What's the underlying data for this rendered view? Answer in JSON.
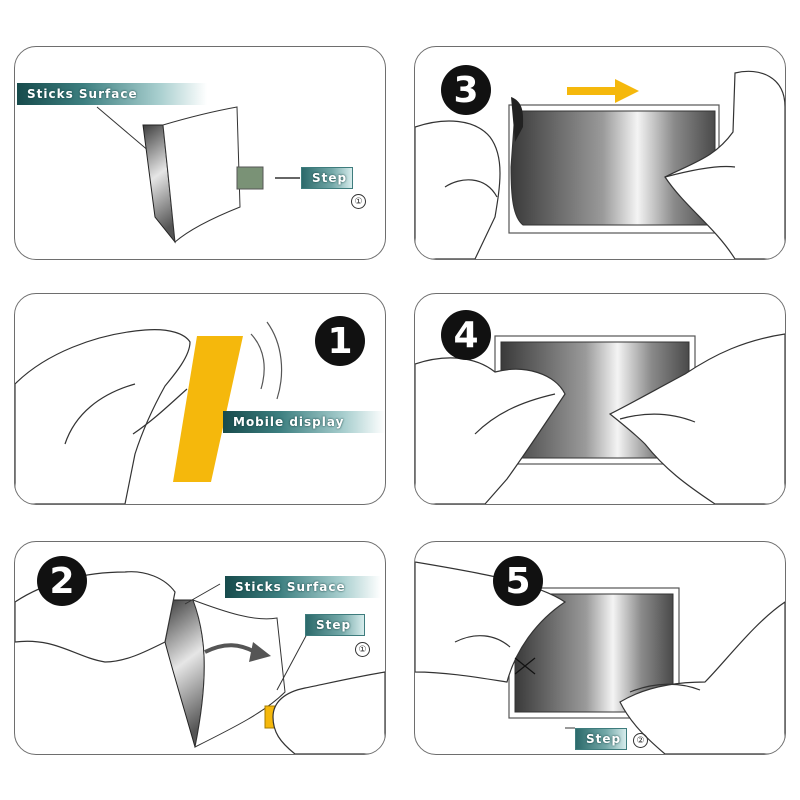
{
  "labels": {
    "sticks_surface": "Sticks Surface",
    "step": "Step",
    "mobile_display": "Mobile display"
  },
  "markers": {
    "circled_1": "①",
    "circled_2": "②"
  },
  "badges": {
    "step_1": "1",
    "step_2": "2",
    "step_3": "3",
    "step_4": "4",
    "step_5": "5"
  },
  "colors": {
    "label_teal": "#2c6a6b",
    "tab_green": "#7a9276",
    "arrow_yellow": "#f5b80c",
    "film_dark": "#4a4a4a",
    "film_light": "#f2f2f2",
    "badge_black": "#111111"
  }
}
